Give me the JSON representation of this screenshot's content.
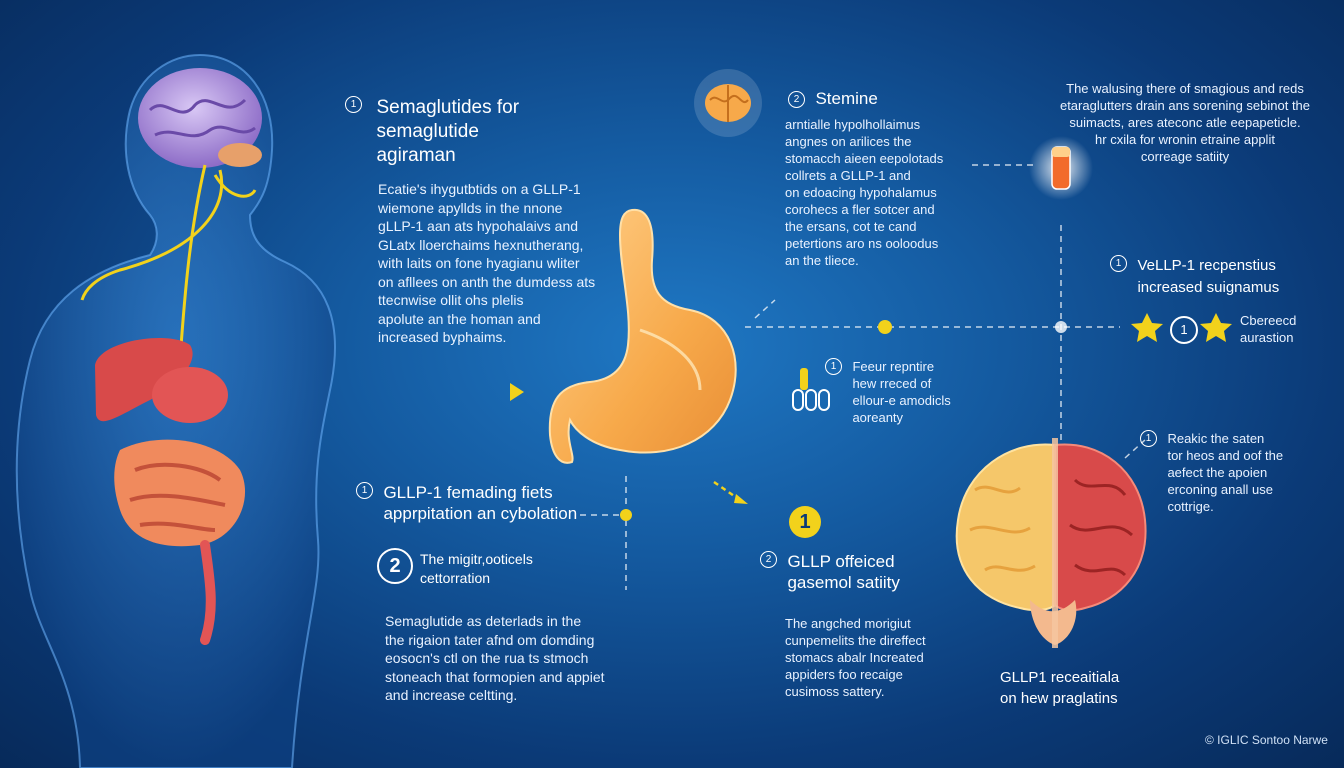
{
  "colors": {
    "background": "#145aa0",
    "accent_yellow": "#f2d21b",
    "stomach": "#f7a94a",
    "organ_red": "#d84a4a",
    "brain_purple": "#a58ad6"
  },
  "icons": [
    "human-body-illustration",
    "brain-icon",
    "stomach-illustration",
    "capsule-icon",
    "vial-icon",
    "star-icon",
    "brain-cross-section-illustration"
  ],
  "section1": {
    "number": "1",
    "title": "Semaglutides for\nsemaglutide\nagiraman",
    "body": "Ecatie's ihygutbtids on a GLLP-1\nwiemone apyllds in the nnone\ngLLP-1 aan ats hypohalaivs and\nGLatx lloerchaims hexnutherang,\nwith laits on fone hyagianu wliter\non afllees on anth the dumdess ats\nttecnwise ollit ohs plelis\napolute an the homan and\nincreased byphaims."
  },
  "section_stemine": {
    "number": "2",
    "title": "Stemine",
    "body": "arntialle hypolhollaimus\nangnes on arilices the\nstomacch aieen eepolotads\ncollrets a GLLP-1 and\non edoacing hypohalamus\ncorohecs a fler sotcer and\nthe ersans, cot te cand\npetertions aro ns ooloodus\nan the tliece."
  },
  "top_right": {
    "body": "The walusing there of smagious and reds\netaraglutters drain ans sorening sebinot the\nsuimacts, ares ateconc atle eepapeticle.\nhr cxila for wronin etraine applit\ncorreage satiity"
  },
  "receptors": {
    "number": "1",
    "title": "VeLLP-1 recpenstius\nincreased suignamus"
  },
  "covered": {
    "number": "1",
    "label": "Cbereecd\naurastion"
  },
  "fewer": {
    "number": "1",
    "body": "Feeur repntire\nhew rreced of\nellour-e amodicls\naoreanty"
  },
  "right_mid": {
    "number": "1",
    "body": "Reakic the saten\ntor heos and oof the\naefect the apoien\nerconing anall use\ncottrige."
  },
  "section_glp_feeding": {
    "number": "1",
    "title": "GLLP-1 femading fiets\napprpitation an cybolation"
  },
  "section_two": {
    "number": "2",
    "title": "The migitr,ooticels\ncettorration"
  },
  "bottom_left": {
    "body": "Semaglutide as deterlads in the\nthe rigaion tater afnd om domding\neosocn's ctl on the rua ts stmoch\nstoneach that formopien and appiet\nand increase celtting."
  },
  "section_glp_satiety": {
    "number": "1",
    "sub_number": "2",
    "title": "GLLP offeiced\ngasemol satiity",
    "body": "The angched morigiut\ncunpemelits the direffect\nstomacs abalr Increated\nappiders foo recaige\ncusimoss sattery."
  },
  "brain_caption": {
    "title": "GLLP1 receaitiala\non hew praglatins"
  },
  "footer": {
    "credit": "© IGLIC Sontoo Narwe"
  }
}
